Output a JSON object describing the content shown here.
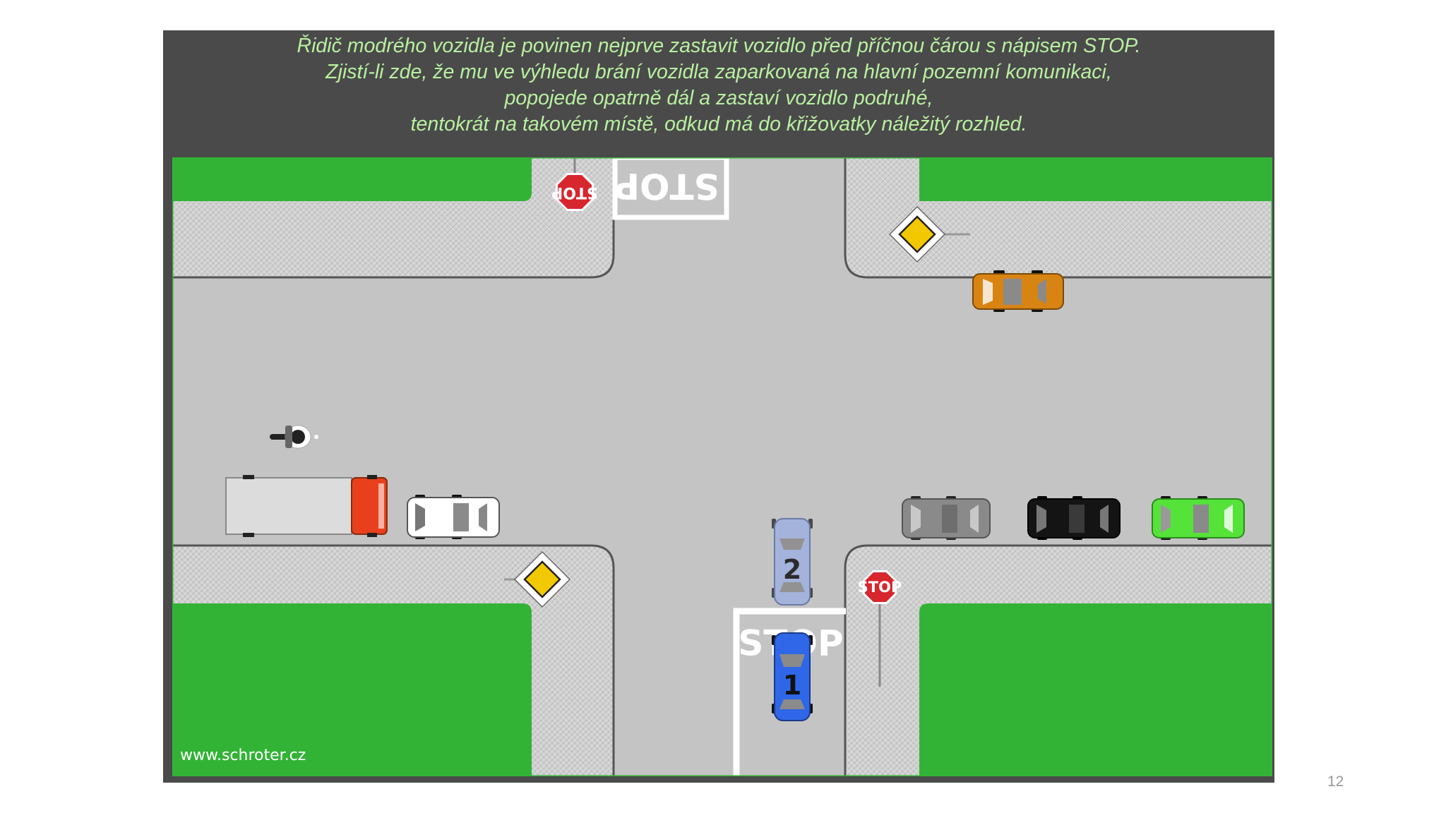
{
  "slide": {
    "caption_lines": [
      "Řidič modrého vozidla je povinen nejprve zastavit vozidlo před příčnou čárou s nápisem STOP.",
      "Zjistí-li zde, že mu ve výhledu brání vozidla zaparkovaná na hlavní pozemní komunikaci,",
      "popojede opatrně dál a zastaví vozidlo podruhé,",
      "tentokrát na takovém místě, odkud má do křižovatky náležitý rozhled."
    ],
    "website": "www.schroter.cz",
    "page_number": "12"
  },
  "scene": {
    "road_markings": {
      "stop_text": "STOP"
    },
    "signs": {
      "stop_sign_text": "STOP",
      "stop_sign_color": "#d7262e",
      "priority_sign_color": "#f2c800"
    },
    "vehicles": {
      "blue_car": {
        "label": "1",
        "color": "#2f67e8"
      },
      "ghost_car": {
        "label": "2",
        "color": "#9fb1e0"
      },
      "orange_car": {
        "color": "#d88412"
      },
      "truck_cab": {
        "color": "#e8401c"
      },
      "white_car": {
        "color": "#ffffff"
      },
      "grey_car": {
        "color": "#8a8a8a"
      },
      "black_car": {
        "color": "#141414"
      },
      "green_car": {
        "color": "#55e33a"
      },
      "motorcycle": {
        "color": "#222222"
      }
    },
    "colors": {
      "grass": "#32b336",
      "road": "#c4c4c4",
      "sidewalk": "#d0d0d0",
      "background": "#4a4a4a",
      "caption_text": "#b8f0a0"
    }
  }
}
